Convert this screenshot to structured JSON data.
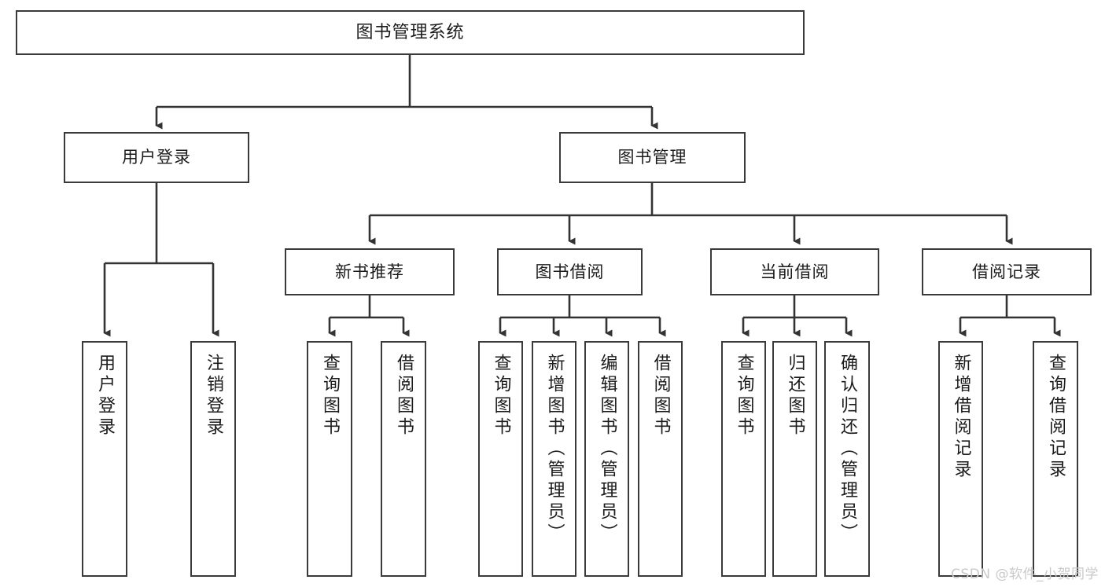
{
  "diagram": {
    "title": "图书管理系统",
    "type": "tree",
    "colors": {
      "box_border": "#3a3a3a",
      "box_fill": "#ffffff",
      "connector": "#333333",
      "text": "#1b1b1b",
      "watermark": "#c9c9c9"
    },
    "nodes": {
      "root": {
        "label": "图书管理系统"
      },
      "level2": [
        {
          "id": "user-login",
          "label": "用户登录"
        },
        {
          "id": "book-management",
          "label": "图书管理"
        }
      ],
      "level3": [
        {
          "id": "new-book-recommend",
          "label": "新书推荐"
        },
        {
          "id": "book-borrow",
          "label": "图书借阅"
        },
        {
          "id": "current-borrow",
          "label": "当前借阅"
        },
        {
          "id": "borrow-record",
          "label": "借阅记录"
        }
      ],
      "leaves": {
        "user_login": [
          {
            "id": "leaf-user-login",
            "label": "用户登录"
          },
          {
            "id": "leaf-logout-login",
            "label": "注销登录"
          }
        ],
        "new_book_recommend": [
          {
            "id": "leaf-query-book-1",
            "label": "查询图书"
          },
          {
            "id": "leaf-borrow-book-1",
            "label": "借阅图书"
          }
        ],
        "book_borrow": [
          {
            "id": "leaf-query-book-2",
            "label": "查询图书"
          },
          {
            "id": "leaf-add-book",
            "label": "新增图书（管理员）"
          },
          {
            "id": "leaf-edit-book",
            "label": "编辑图书（管理员）"
          },
          {
            "id": "leaf-borrow-book-2",
            "label": "借阅图书"
          }
        ],
        "current_borrow": [
          {
            "id": "leaf-query-book-3",
            "label": "查询图书"
          },
          {
            "id": "leaf-return-book",
            "label": "归还图书"
          },
          {
            "id": "leaf-confirm-return",
            "label": "确认归还（管理员）"
          }
        ],
        "borrow_record": [
          {
            "id": "leaf-add-record",
            "label": "新增借阅记录"
          },
          {
            "id": "leaf-query-record",
            "label": "查询借阅记录"
          }
        ]
      }
    }
  },
  "watermark": {
    "text": "CSDN @软件_小贺同学"
  }
}
